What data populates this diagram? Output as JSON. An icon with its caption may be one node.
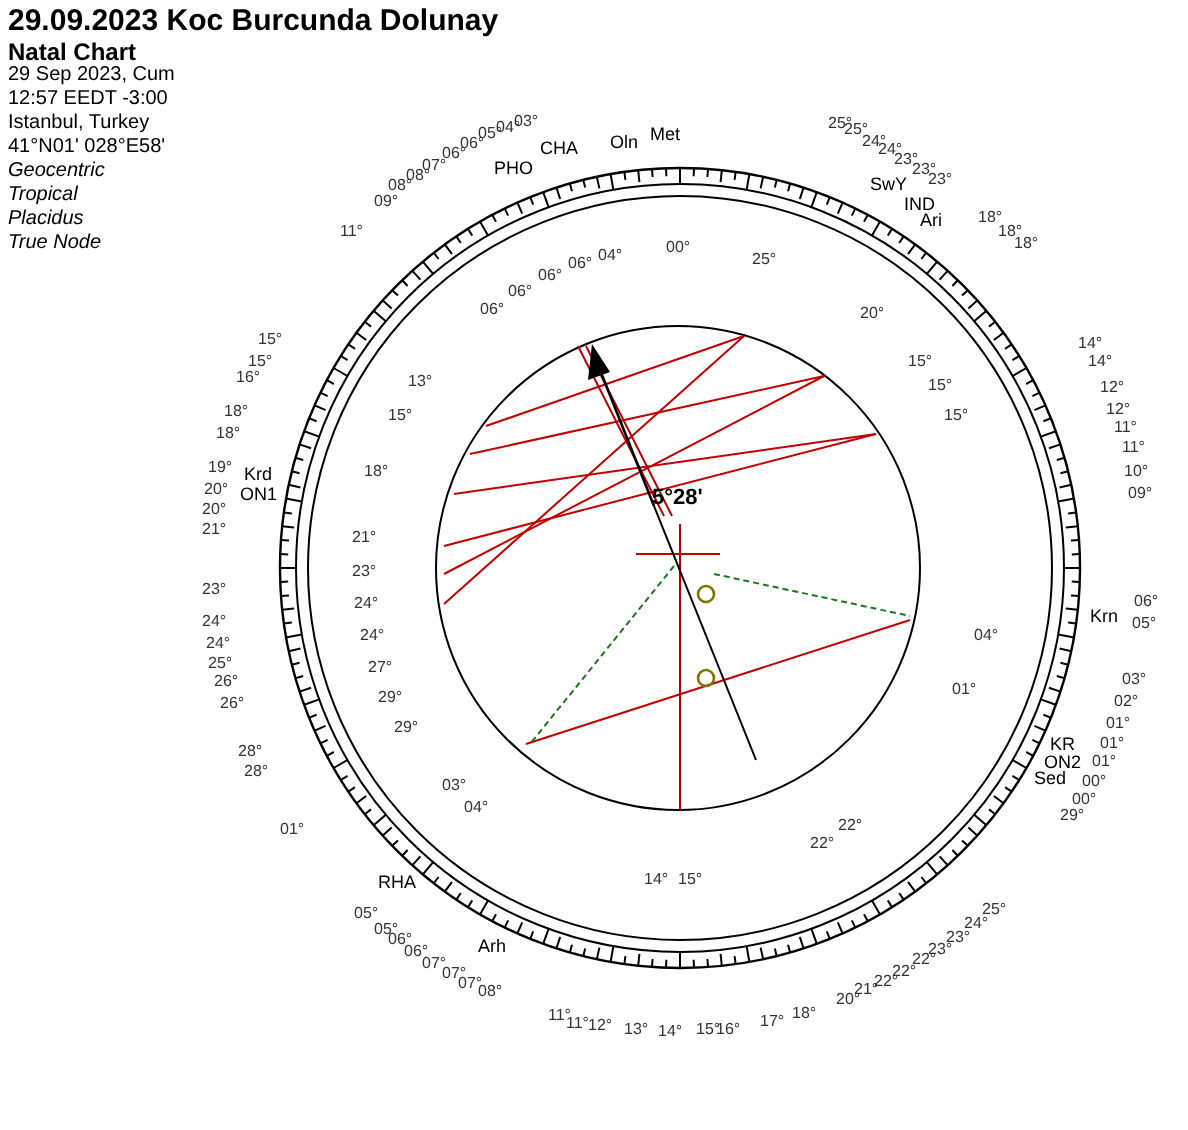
{
  "diagram": {
    "title": "29.09.2023 Koc Burcunda Dolunay",
    "labels": [
      "Natal Chart",
      "29 Sep 2023, Cum",
      "12:57  EEDT -3:00",
      "Istanbul, Turkey",
      "41°N01' 028°E58'",
      "Geocentric",
      "Tropical",
      "Placidus",
      "True Node",
      "5°28'",
      "06°",
      "04°",
      "06°",
      "06°",
      "06°",
      "00°",
      "25°",
      "20°",
      "13°",
      "15°",
      "18°",
      "21°",
      "23°",
      "24°",
      "24°",
      "27°",
      "29°",
      "29°",
      "15°",
      "15°",
      "15°",
      "04°",
      "01°",
      "03°",
      "04°",
      "14°",
      "15°",
      "22°",
      "22°",
      "Krd",
      "ON1",
      "Krn",
      "KR",
      "ON2",
      "Sed",
      "RHA",
      "Arh",
      "IND",
      "Ari",
      "SwY",
      "CHA",
      "PHO",
      "Met",
      "Oln",
      "15°",
      "15°",
      "16°",
      "18°",
      "18°",
      "19°",
      "20°",
      "20°",
      "21°",
      "23°",
      "24°",
      "24°",
      "25°",
      "26°",
      "26°",
      "28°",
      "28°",
      "01°",
      "14°",
      "14°",
      "12°",
      "12°",
      "11°",
      "11°",
      "10°",
      "09°",
      "06°",
      "05°",
      "03°",
      "02°",
      "01°",
      "01°",
      "01°",
      "00°",
      "00°",
      "29°",
      "05°",
      "05°",
      "06°",
      "06°",
      "07°",
      "07°",
      "07°",
      "08°",
      "11°",
      "11°",
      "12°",
      "13°",
      "14°",
      "15°",
      "16°",
      "17°",
      "18°",
      "20°",
      "21°",
      "22°",
      "22°",
      "22°",
      "23°",
      "23°",
      "24°",
      "25°",
      "11°",
      "09°",
      "08°",
      "08°",
      "07°",
      "06°",
      "06°",
      "05°",
      "04°",
      "03°",
      "25°",
      "25°",
      "24°",
      "24°",
      "23°",
      "23°",
      "23°",
      "18°",
      "18°",
      "18°"
    ]
  }
}
